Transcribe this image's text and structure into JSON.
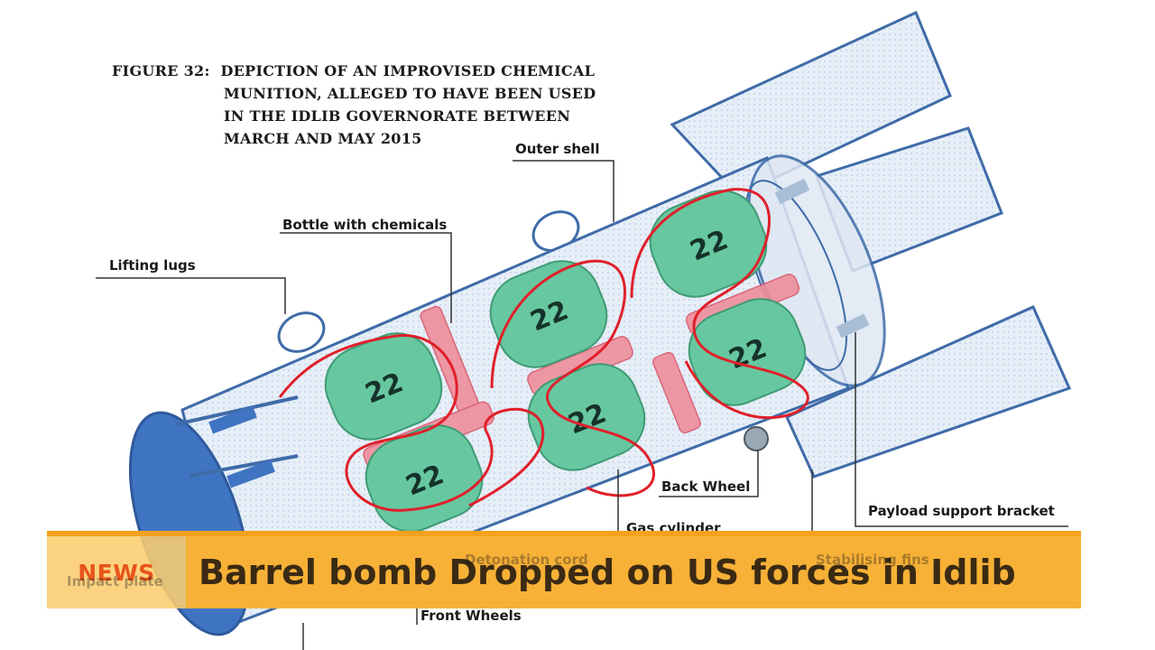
{
  "caption": {
    "label": "FIGURE 32:",
    "lines": [
      "DEPICTION OF AN IMPROVISED CHEMICAL",
      "MUNITION, ALLEGED TO HAVE BEEN USED",
      "IN THE IDLIB GOVERNORATE BETWEEN",
      "MARCH AND MAY 2015"
    ]
  },
  "labels": {
    "outer_shell": "Outer shell",
    "bottle_with_chemicals": "Bottle with chemicals",
    "lifting_lugs": "Lifting lugs",
    "back_wheel": "Back Wheel",
    "payload_support_bracket": "Payload support bracket",
    "gas_cylinder": "Gas cylinder",
    "front_wheels": "Front Wheels",
    "detonation_cord": "Detonation cord",
    "stabilising_fins": "Stabilising fins",
    "impact_plate": "Impact plate"
  },
  "cylinder_marking": "22",
  "ticker": {
    "tag": "NEWS",
    "headline": "Barrel bomb Dropped on US forces in Idlib"
  },
  "colors": {
    "outline": "#3f6ba8",
    "shell_fill": "#dde7f3",
    "cylinder": "#67c7a0",
    "cord": "#e0202a",
    "bottle": "#ef8d9a",
    "ticker_bar": "#f7b136",
    "ticker_stripe": "#f5a11c",
    "news_tag": "#e8541a"
  }
}
